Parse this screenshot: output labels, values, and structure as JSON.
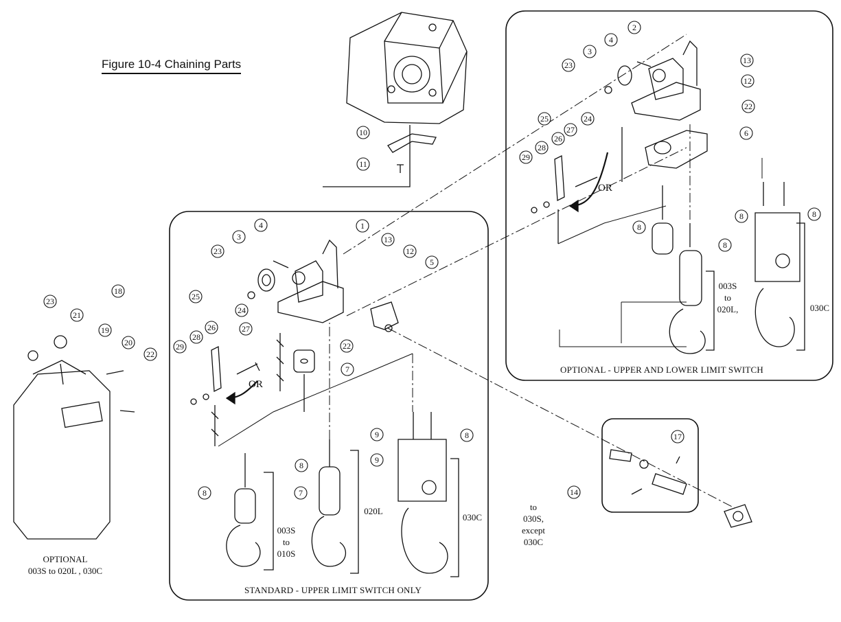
{
  "figure": {
    "title": "Figure 10-4  Chaining Parts"
  },
  "panels": {
    "standard": {
      "caption": "STANDARD - UPPER LIMIT SWITCH ONLY"
    },
    "optional_limit": {
      "caption": "OPTIONAL - UPPER AND LOWER LIMIT SWITCH"
    },
    "optional_bag": {
      "caption_line1": "OPTIONAL",
      "caption_line2": "003S to 020L , 030C"
    }
  },
  "range_labels": {
    "std_small": [
      "003S",
      "to",
      "010S"
    ],
    "std_mid": "020L",
    "std_large": "030C",
    "opt_small": [
      "003S",
      "to",
      "020L,"
    ],
    "opt_large": "030C",
    "pin_note": [
      "to",
      "030S,",
      "except",
      "030C"
    ]
  },
  "or_label": "OR",
  "callouts": {
    "housing": [
      "10",
      "11"
    ],
    "standard": [
      "1",
      "3",
      "4",
      "23",
      "13",
      "12",
      "5",
      "25",
      "24",
      "27",
      "26",
      "28",
      "29",
      "22",
      "7",
      "9",
      "8",
      "9",
      "8",
      "8",
      "7",
      "8"
    ],
    "optional": [
      "2",
      "4",
      "3",
      "23",
      "13",
      "12",
      "22",
      "6",
      "25",
      "24",
      "27",
      "26",
      "28",
      "29",
      "8",
      "8",
      "8",
      "8"
    ],
    "bag": [
      "18",
      "23",
      "21",
      "19",
      "20",
      "22"
    ],
    "pin": [
      "17",
      "14"
    ]
  }
}
